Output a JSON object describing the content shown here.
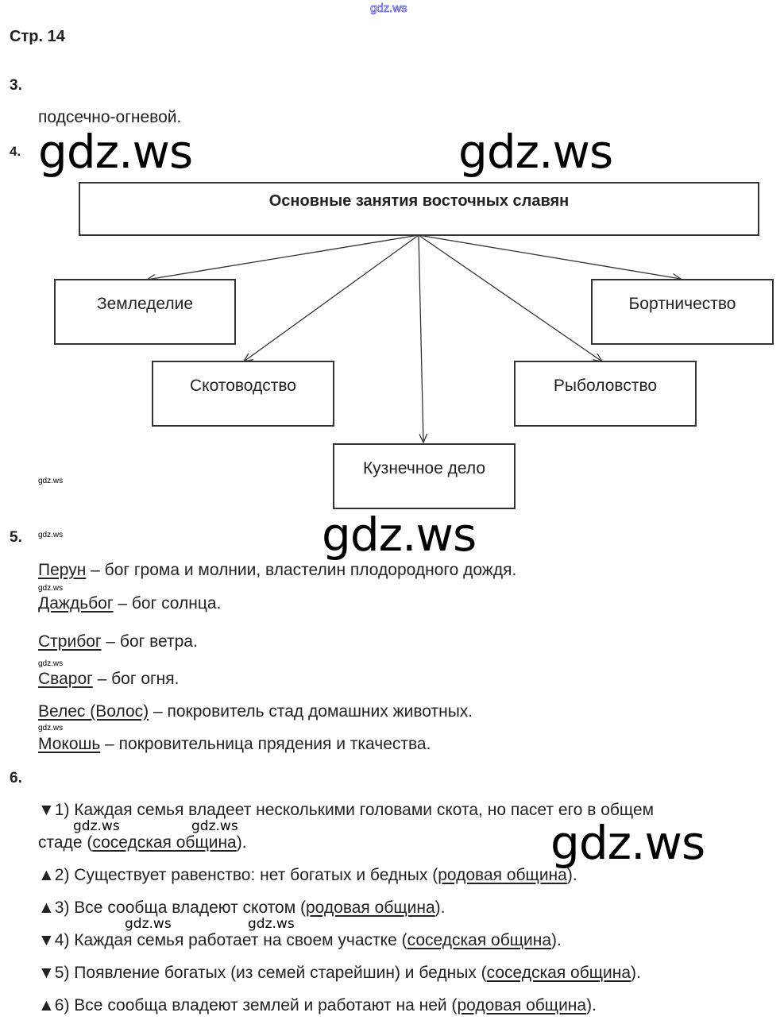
{
  "watermark": "gdz.ws",
  "page_label": "Стр. 14",
  "task3": {
    "number": "3.",
    "answer": "подсечно-огневой."
  },
  "task4": {
    "number": "4.",
    "title": "Основные занятия восточных славян",
    "items": [
      "Земледелие",
      "Скотоводство",
      "Кузнечное дело",
      "Рыболовство",
      "Бортничество"
    ]
  },
  "task5": {
    "number": "5.",
    "gods": [
      {
        "name": "Перун",
        "desc": " – бог грома и молнии, властелин плодородного дождя."
      },
      {
        "name": "Даждьбог",
        "desc": " – бог солнца."
      },
      {
        "name": "Стрибог",
        "desc": " – бог ветра."
      },
      {
        "name": "Сварог",
        "desc": " – бог огня."
      },
      {
        "name": "Велес (Волос)",
        "desc": " – покровитель стад домашних животных."
      },
      {
        "name": "Мокошь",
        "desc": " – покровительница прядения и ткачества."
      }
    ]
  },
  "task6": {
    "number": "6.",
    "items": [
      {
        "marker": "▼",
        "text": "1) Каждая семья владеет несколькими головами скота, но пасет его в общем",
        "text2": "стаде (",
        "answer": "соседская община",
        "end": ")."
      },
      {
        "marker": "▲",
        "text": "2) Существует равенство: нет богатых и бедных (",
        "answer": "родовая община",
        "end": ")."
      },
      {
        "marker": "▲",
        "text": "3) Все сообща владеют скотом (",
        "answer": "родовая община",
        "end": ")."
      },
      {
        "marker": "▼",
        "text": "4) Каждая семья работает на своем участке (",
        "answer": "соседская община",
        "end": ")."
      },
      {
        "marker": "▼",
        "text": "5) Появление богатых (из семей старейшин) и бедных (",
        "answer": "соседская община",
        "end": ")."
      },
      {
        "marker": "▲",
        "text": "6) Все сообща владеют землей и работают на ней (",
        "answer": "родовая община",
        "end": ")."
      }
    ]
  }
}
